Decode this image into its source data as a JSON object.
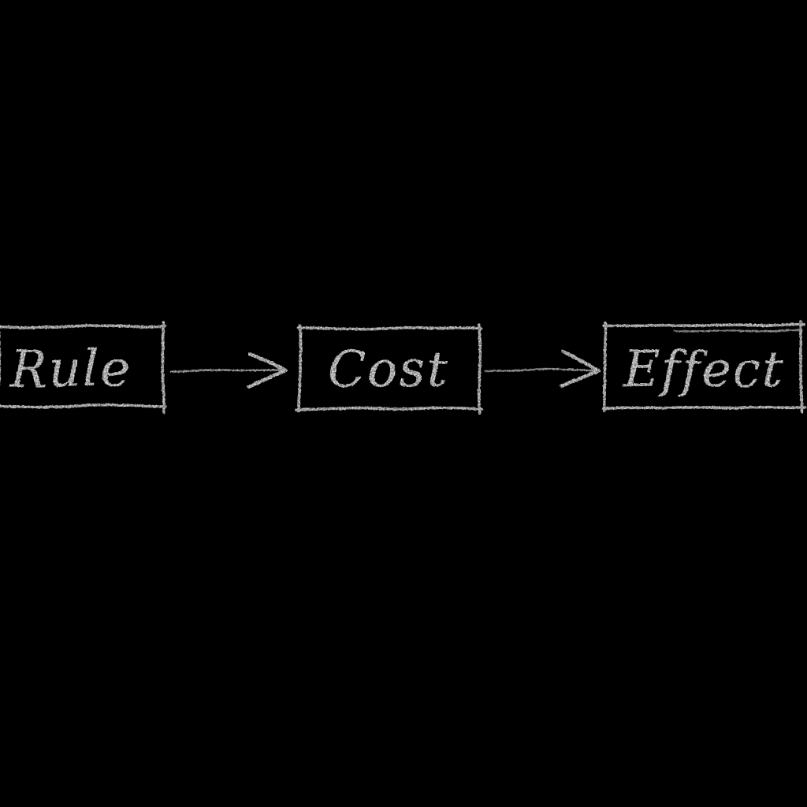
{
  "page": {
    "background_color": "#000000",
    "style": "chalkboard-sketch"
  },
  "diagram": {
    "chalk_color": "#e8e8e8",
    "arrow_color": "#bdbdbd",
    "nodes": [
      {
        "label": "Rule"
      },
      {
        "label": "Cost"
      },
      {
        "label": "Effect"
      }
    ],
    "edges": [
      {
        "from": "Rule",
        "to": "Cost",
        "type": "arrow-right"
      },
      {
        "from": "Cost",
        "to": "Effect",
        "type": "arrow-right"
      }
    ]
  }
}
